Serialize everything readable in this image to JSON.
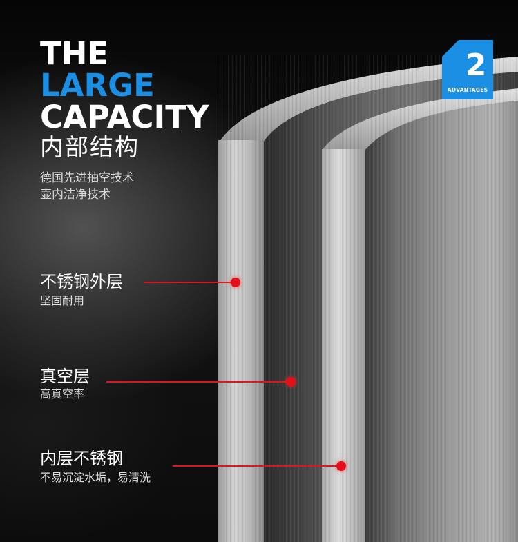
{
  "headline": {
    "line1": "THE",
    "line2": "LARGE",
    "line3": "CAPACITY",
    "colors": {
      "white": "#ffffff",
      "blue": "#1a8fe3"
    }
  },
  "subtitle": "内部结构",
  "tech": {
    "line1": "德国先进抽空技术",
    "line2": "壶内洁净技术"
  },
  "badge": {
    "number": "2",
    "label": "ADVANTAGES",
    "color": "#1a8fe3"
  },
  "layers": [
    {
      "title": "不锈钢外层",
      "description": "坚固耐用"
    },
    {
      "title": "真空层",
      "description": "高真空率"
    },
    {
      "title": "内层不锈钢",
      "description": "不易沉淀水垢，易清洗"
    }
  ],
  "accent_red": "#e0141c"
}
